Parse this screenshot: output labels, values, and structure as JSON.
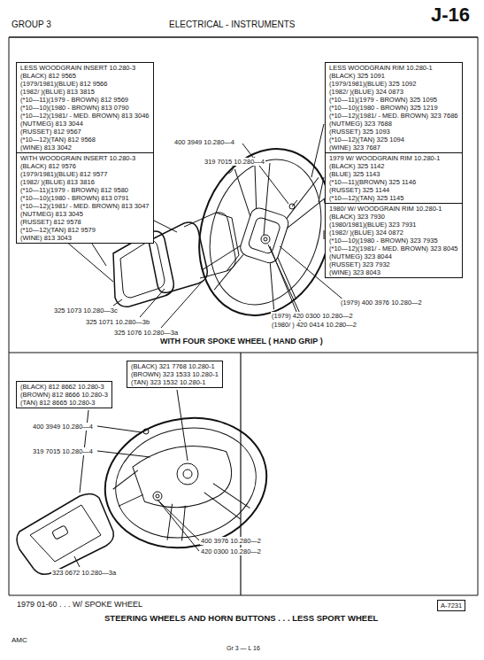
{
  "diagram": {
    "title": "ELECTRICAL - INSTRUMENTS",
    "caption": "STEERING WHEELS AND HORN BUTTONS . . . LESS SPORT WHEEL",
    "nodes": [
      {
        "text": [
          "LESS WOODGRAIN INSERT 10.280-3",
          "(BLACK) 812 9565",
          "(1979/1981)(BLUE) 812 9566",
          "(1982/ )(BLUE) 813 3815",
          "(*10—11)(1979 - BROWN) 812 9569",
          "(*10—10)(1980 - BROWN) 813 0790",
          "(*10—12)(1981/ - MED. BROWN) 813 3046",
          "(NUTMEG) 813 3044",
          "(RUSSET) 812 9567",
          "(*10—12)(TAN) 812 9568",
          "(WINE) 813 3042"
        ]
      },
      {
        "text": [
          "WITH WOODGRAIN INSERT 10.280-3",
          "(BLACK) 812 9576",
          "(1979/1981)(BLUE) 812 9577",
          "(1982/ )(BLUE) 813 3816",
          "(*10—11)(1979 - BROWN) 812 9580",
          "(*10—10)(1980 - BROWN) 813 0791",
          "(*10—12)(1981/ - MED. BROWN) 813 3047",
          "(NUTMEG) 813 3045",
          "(RUSSET) 812 9578",
          "(*10—12)(TAN) 812 9579",
          "(WINE) 813 3043"
        ]
      },
      {
        "text": [
          "LESS WOODGRAIN RIM 10.280-1",
          "(BLACK) 325 1091",
          "(1979/1981)(BLUE) 325 1092",
          "(1982/ )(BLUE) 324 0873",
          "(*10—11)(1979 - BROWN) 325 1095",
          "(*10—10)(1980 - BROWN) 325 1219",
          "(*10—12)(1981/ - MED. BROWN) 323 7686",
          "(NUTMEG) 323 7688",
          "(RUSSET) 325 1093",
          "(*10—12)(TAN) 325 1094",
          "(WINE) 323 7687"
        ]
      },
      {
        "text": [
          "1979 W/ WOODGRAIN RIM 10.280-1",
          "(BLACK) 325 1142",
          "(BLUE) 325 1143",
          "(*10—11)(BROWN) 325 1146",
          "(RUSSET) 325 1144",
          "(*10—12)(TAN) 325 1145"
        ]
      },
      {
        "text": [
          "1980/ W/ WOODGRAIN RIM 10.280-1",
          "(BLACK) 323 7930",
          "(1980/1981)(BLUE) 323 7931",
          "(1982/ )(BLUE) 324 0872",
          "(*10—10)(1980 - BROWN) 323 7935",
          "(*10—12)(1981/ - MED. BROWN) 323 8045",
          "(NUTMEG) 323 8044",
          "(RUSSET) 323 7932",
          "(WINE) 323 8043"
        ]
      },
      {
        "text": [
          "(BLACK) 321 7768 10.280-1",
          "(BROWN) 323 1533 10.280-1",
          "(TAN) 323 1532 10.280-1"
        ]
      },
      {
        "text": [
          "(BLACK) 812 8662 10.280-3",
          "(BROWN) 812 8666 10.280-3",
          "(TAN) 812 8665 10.280-3"
        ]
      }
    ],
    "labels": [
      "GROUP 3",
      "J-16",
      "400 3949 10.280—4",
      "319 7015 10.280—4",
      "325 1073 10.280—3c",
      "325 1071 10.280—3b",
      "325 1076 10.280—3a",
      "(1979) 400 3976 10.280—2",
      "(1979) 420 0300 10.280—2",
      "(1980/ ) 420 0414 10.280—2",
      "WITH FOUR SPOKE WHEEL ( HAND GRIP )",
      "400 3949 10.280—4",
      "319 7015 10.280—4",
      "400 3976 10.280—2",
      "420 0300 10.280—2",
      "323 0672 10.280—3a",
      "1979 01-60 . . . W/ SPOKE WHEEL",
      "A-7231",
      "AMC",
      "Gr 3 — L 16"
    ]
  }
}
